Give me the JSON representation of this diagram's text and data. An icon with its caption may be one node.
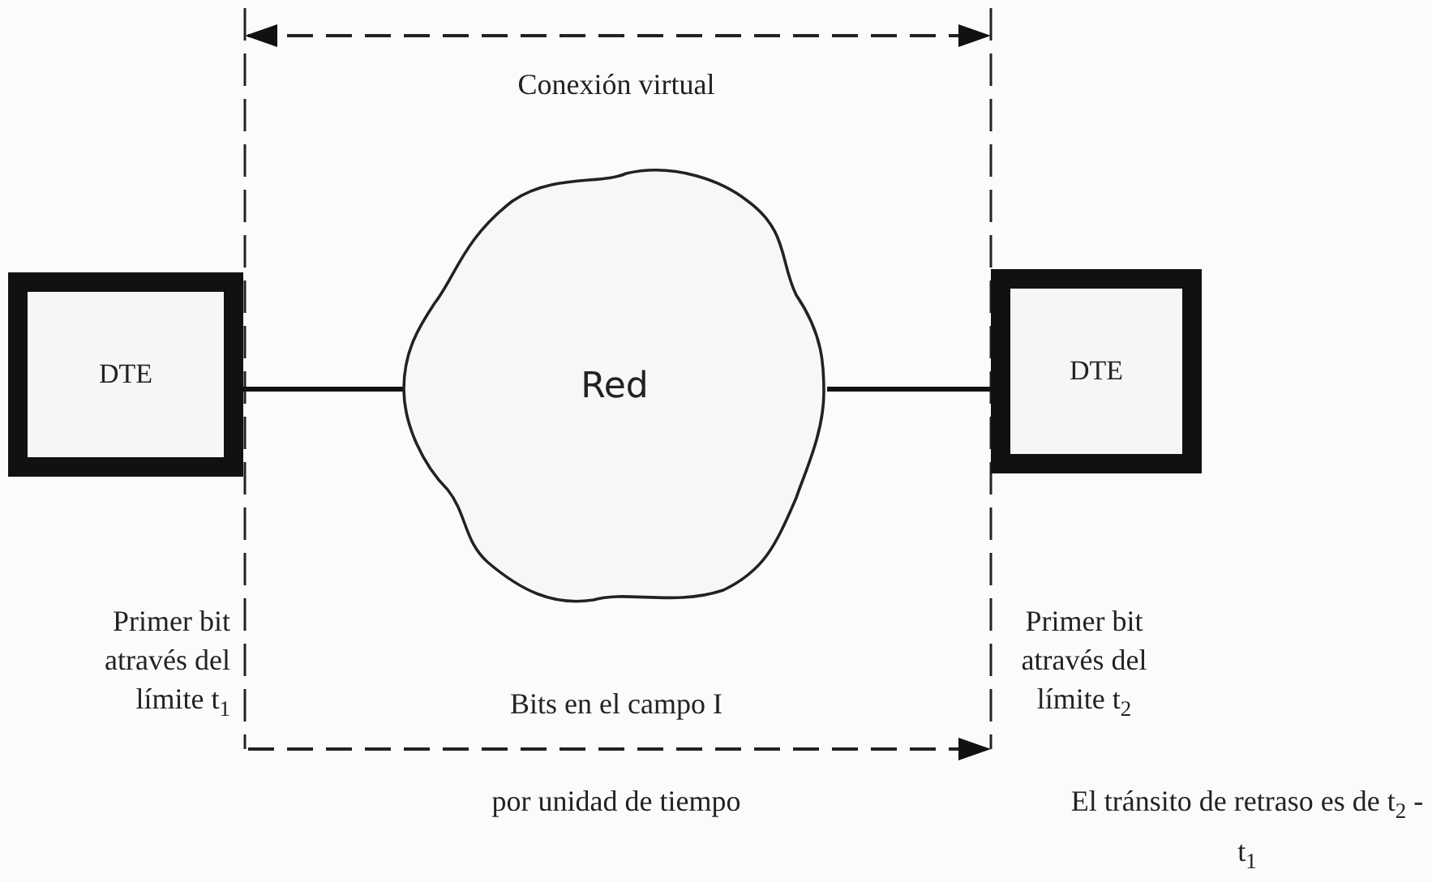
{
  "diagram": {
    "nodes": [
      {
        "text": [
          "DTE"
        ]
      },
      {
        "text": [
          "Red"
        ]
      },
      {
        "text": [
          "DTE"
        ]
      }
    ],
    "edges": [
      {
        "from": 0,
        "to": 1,
        "arrow": "none"
      },
      {
        "from": 1,
        "to": 2,
        "arrow": "none"
      }
    ],
    "labels": [
      "Conexión virtual",
      "Primer bit através del límite t$_{1}$",
      "Bits en el campo I",
      "Primer bit através del límite t$_{2}$",
      "por unidad de tiempo",
      "El tránsito de retraso es de t$_{2}$ -  t$_{1}$"
    ]
  }
}
